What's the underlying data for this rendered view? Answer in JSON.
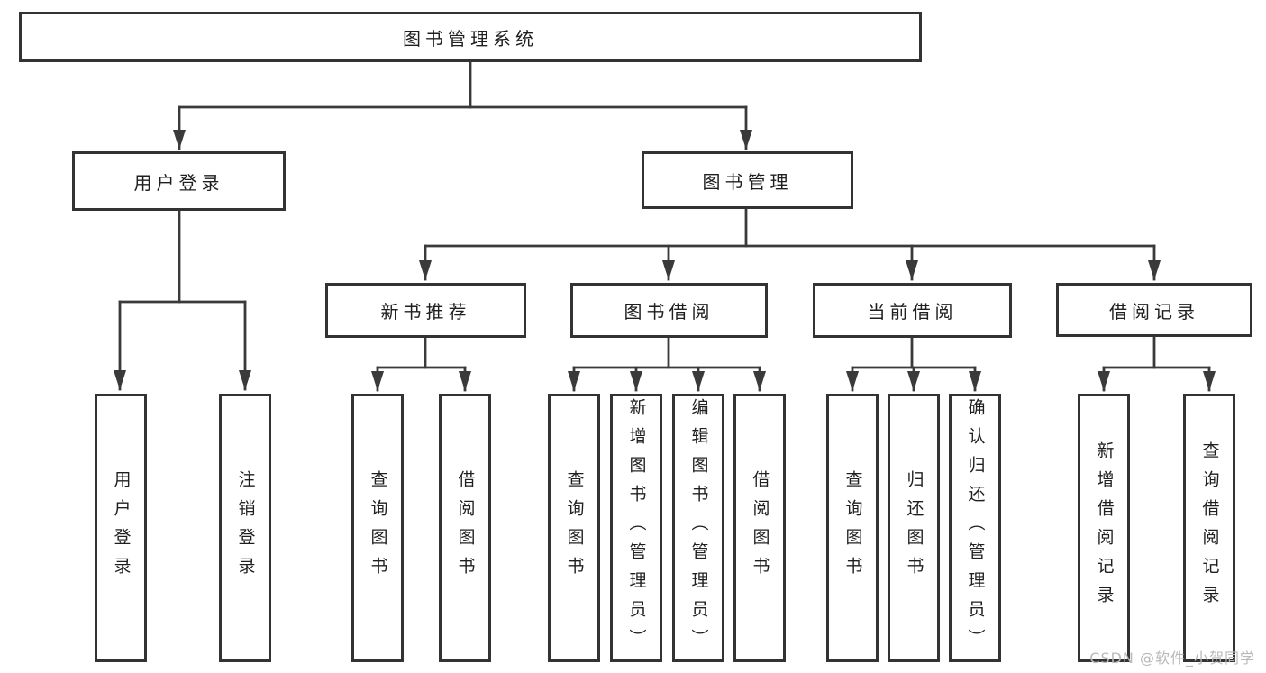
{
  "watermark": "CSDN @软件_小贺同学",
  "colors": {
    "box_border": "#333333",
    "connector_line": "#3a3a3a",
    "text": "#1f1f1f",
    "watermark_text": "#b9b9b9",
    "background": "#ffffff"
  },
  "tree": {
    "label": "图书管理系统",
    "children": [
      {
        "label": "用户登录",
        "children": [
          {
            "label": "用户登录"
          },
          {
            "label": "注销登录"
          }
        ]
      },
      {
        "label": "图书管理",
        "children": [
          {
            "label": "新书推荐",
            "children": [
              {
                "label": "查询图书"
              },
              {
                "label": "借阅图书"
              }
            ]
          },
          {
            "label": "图书借阅",
            "children": [
              {
                "label": "查询图书"
              },
              {
                "label": "新增图书（管理员）"
              },
              {
                "label": "编辑图书（管理员）"
              },
              {
                "label": "借阅图书"
              }
            ]
          },
          {
            "label": "当前借阅",
            "children": [
              {
                "label": "查询图书"
              },
              {
                "label": "归还图书"
              },
              {
                "label": "确认归还（管理员）"
              }
            ]
          },
          {
            "label": "借阅记录",
            "children": [
              {
                "label": "新增借阅记录"
              },
              {
                "label": "查询借阅记录"
              }
            ]
          }
        ]
      }
    ]
  }
}
